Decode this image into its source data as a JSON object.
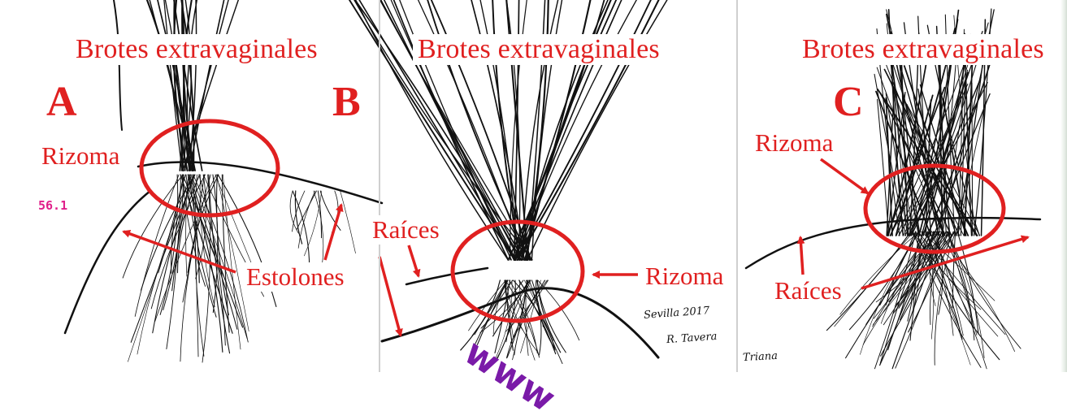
{
  "panels": [
    {
      "letter": "A",
      "title": "Brotes extravaginales",
      "labels": {
        "rizoma": "Rizoma",
        "estolones": "Estolones"
      }
    },
    {
      "letter": "B",
      "title": "Brotes extravaginales",
      "labels": {
        "raices": "Raíces",
        "rizoma": "Rizoma"
      }
    },
    {
      "letter": "C",
      "title": "Brotes extravaginales",
      "labels": {
        "rizoma": "Rizoma",
        "raices": "Raíces"
      }
    }
  ],
  "figure_number": "56.1",
  "signature": {
    "line1": "Sevilla   2017",
    "line2": "R. Tavera",
    "line3": "Triana"
  },
  "watermark": "www",
  "colors": {
    "annotation": "#e02020",
    "ink": "#111111",
    "figure_number": "#e0208a",
    "watermark": "#7a1aa8"
  }
}
